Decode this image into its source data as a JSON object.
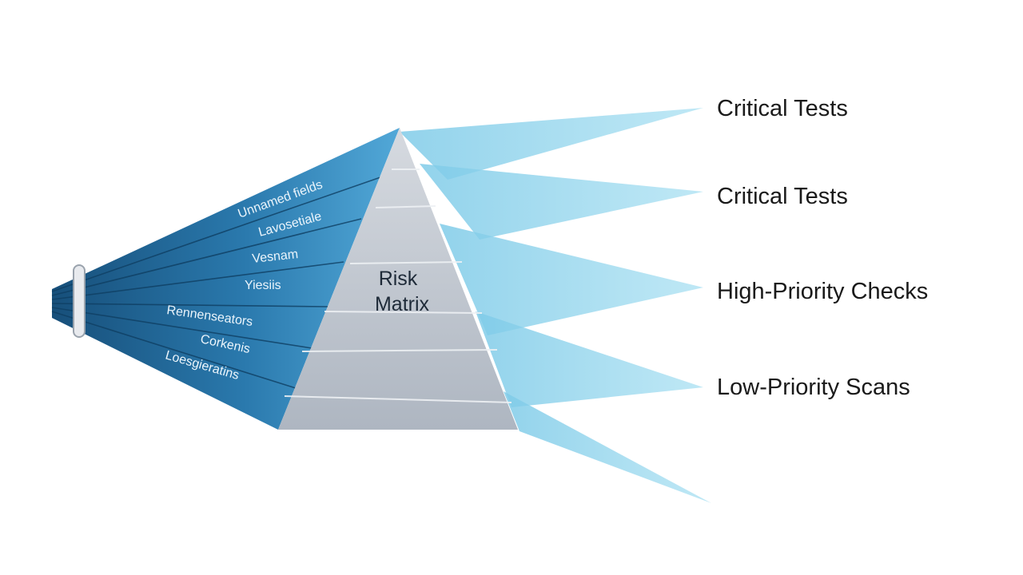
{
  "center": {
    "line1": "Risk",
    "line2": "Matrix"
  },
  "input_labels": [
    "Unnamed fields",
    "Lavosetiale",
    "Vesnam",
    "Yiesiis",
    "Rennenseators",
    "Corkenis",
    "Loesgieratins"
  ],
  "outputs": [
    "Critical Tests",
    "Critical Tests",
    "High-Priority Checks",
    "Low-Priority Scans"
  ],
  "colors": {
    "fan_dark": "#1e5f8e",
    "fan_light": "#4fa6d6",
    "pyramid_top": "#c9ced6",
    "pyramid_bottom": "#a9b1bc",
    "beam": "#8fd4ec"
  }
}
